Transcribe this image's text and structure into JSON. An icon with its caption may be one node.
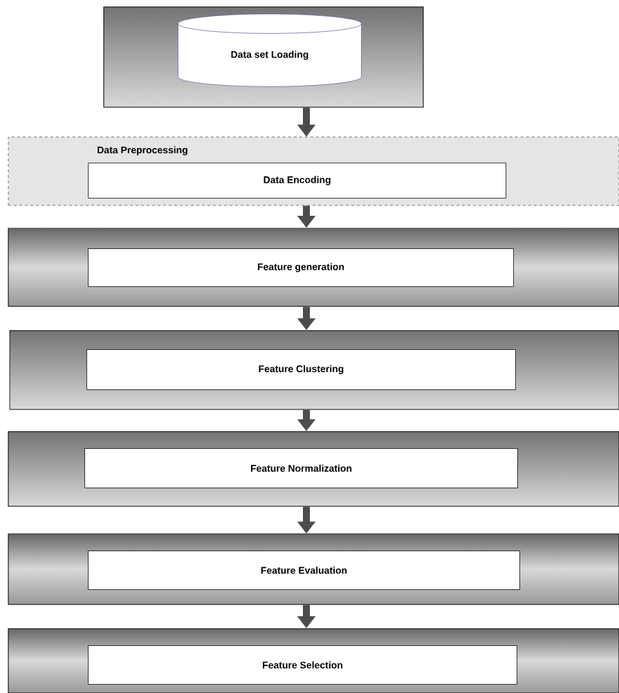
{
  "diagram": {
    "nodes": [
      {
        "text": [],
        "shape": "box"
      },
      {
        "text": [
          "Data set Loading"
        ],
        "in": 0
      },
      {
        "text": [
          "Data Preprocessing"
        ]
      },
      {
        "text": [
          "Data Encoding"
        ],
        "in": 2
      },
      {
        "text": [],
        "shape": "box"
      },
      {
        "text": [
          "Feature generation"
        ],
        "in": 4
      },
      {
        "text": [],
        "shape": "box"
      },
      {
        "text": [
          "Feature Clustering"
        ],
        "in": 6
      },
      {
        "text": [],
        "shape": "box"
      },
      {
        "text": [
          "Feature Normalization"
        ],
        "in": 8
      },
      {
        "text": [],
        "shape": "box"
      },
      {
        "text": [
          "Feature Evaluation"
        ],
        "in": 10
      },
      {
        "text": [],
        "shape": "box"
      },
      {
        "text": [
          "Feature Selection"
        ],
        "in": 12
      }
    ],
    "edges": [
      {
        "from": 0,
        "to": 2,
        "arrow": "to"
      },
      {
        "from": 2,
        "to": 4,
        "arrow": "to"
      },
      {
        "from": 4,
        "to": 6,
        "arrow": "to"
      },
      {
        "from": 6,
        "to": 8,
        "arrow": "to"
      },
      {
        "from": 8,
        "to": 10,
        "arrow": "to"
      },
      {
        "from": 10,
        "to": 12,
        "arrow": "to"
      }
    ]
  }
}
